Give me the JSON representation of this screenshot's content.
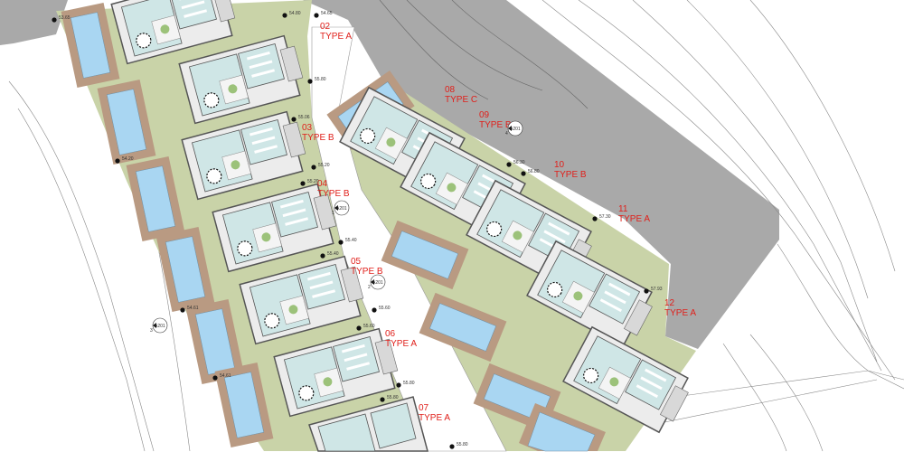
{
  "title": "Site plan - villas layout",
  "units": [
    {
      "number": "02",
      "type": "TYPE A"
    },
    {
      "number": "03",
      "type": "TYPE B"
    },
    {
      "number": "04",
      "type": "TYPE B"
    },
    {
      "number": "05",
      "type": "TYPE B"
    },
    {
      "number": "06",
      "type": "TYPE A"
    },
    {
      "number": "07",
      "type": "TYPE A"
    },
    {
      "number": "08",
      "type": "TYPE C"
    },
    {
      "number": "09",
      "type": "TYPE B"
    },
    {
      "number": "10",
      "type": "TYPE B"
    },
    {
      "number": "11",
      "type": "TYPE A"
    },
    {
      "number": "12",
      "type": "TYPE A"
    }
  ],
  "elevations": [
    "53.65",
    "54.80",
    "54.65",
    "55.80",
    "55.06",
    "54.20",
    "55.20",
    "55.20",
    "55.40",
    "55.40",
    "55.60",
    "55.60",
    "54.61",
    "54.61",
    "55.80",
    "55.80",
    "55.80",
    "56.30",
    "56.80",
    "57.30",
    "57.93"
  ],
  "sections": [
    {
      "ref": "A201",
      "num": "1"
    },
    {
      "ref": "A201",
      "num": "2"
    },
    {
      "ref": "A201",
      "num": "3"
    },
    {
      "ref": "A201",
      "num": "4"
    }
  ],
  "colors": {
    "grass": "#c9d3a8",
    "pool": "#a9d6f2",
    "deck": "#b99a82",
    "hill": "#a9a9a9",
    "interior": "#cfe6e6",
    "label": "#e0201b"
  }
}
